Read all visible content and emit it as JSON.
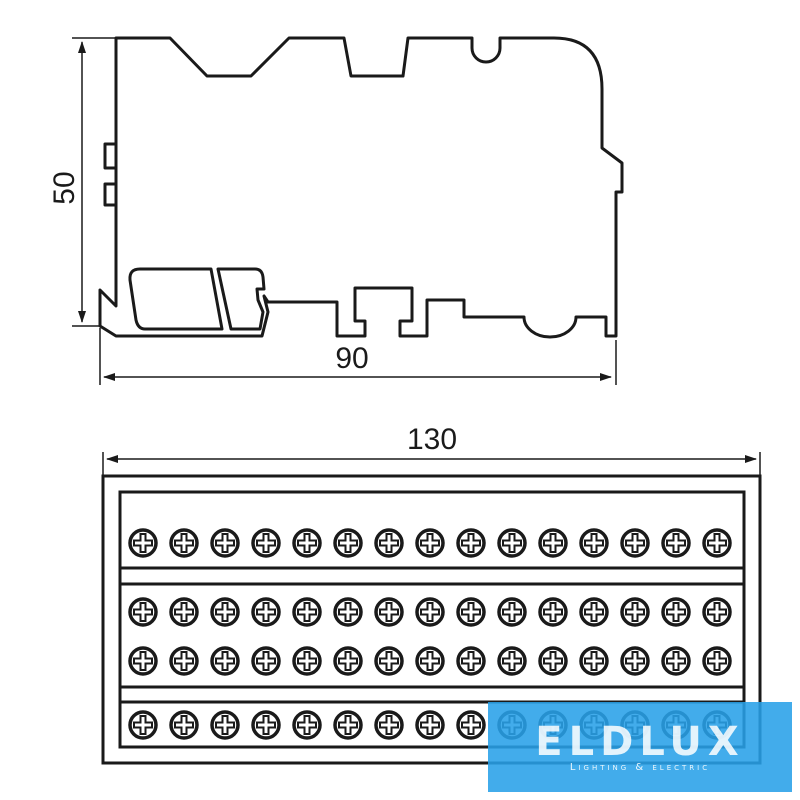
{
  "side_view": {
    "width_label": "90",
    "height_label": "50"
  },
  "top_view": {
    "length_label": "130",
    "screw_rows": 4,
    "screws_per_row": 15
  },
  "watermark": {
    "brand": "ELDLUX",
    "tagline": "Lighting & electric",
    "color": "#28a0e8"
  }
}
